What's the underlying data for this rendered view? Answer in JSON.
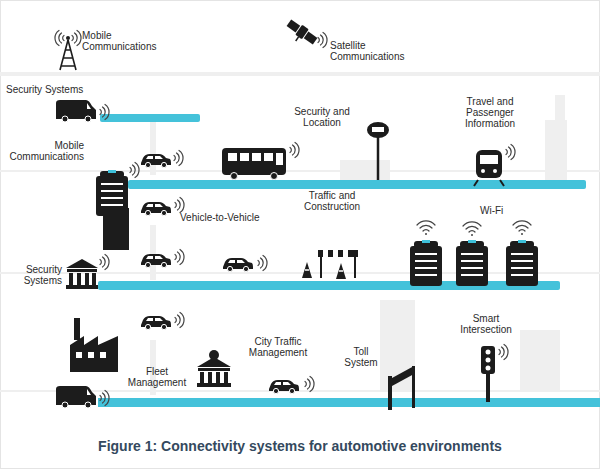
{
  "diagram": {
    "caption": "Figure 1: Connectivity systems for automotive environments",
    "labels": [
      "Mobile Communications",
      "Satellite Communications",
      "Security Systems",
      "Security and Location",
      "Travel and Passenger Information",
      "Mobile Communications",
      "Vehicle-to-Vehicle",
      "Traffic and Construction",
      "Wi-Fi",
      "Security Systems",
      "City Traffic Management",
      "Smart Intersection",
      "Fleet Management",
      "Toll System"
    ]
  }
}
